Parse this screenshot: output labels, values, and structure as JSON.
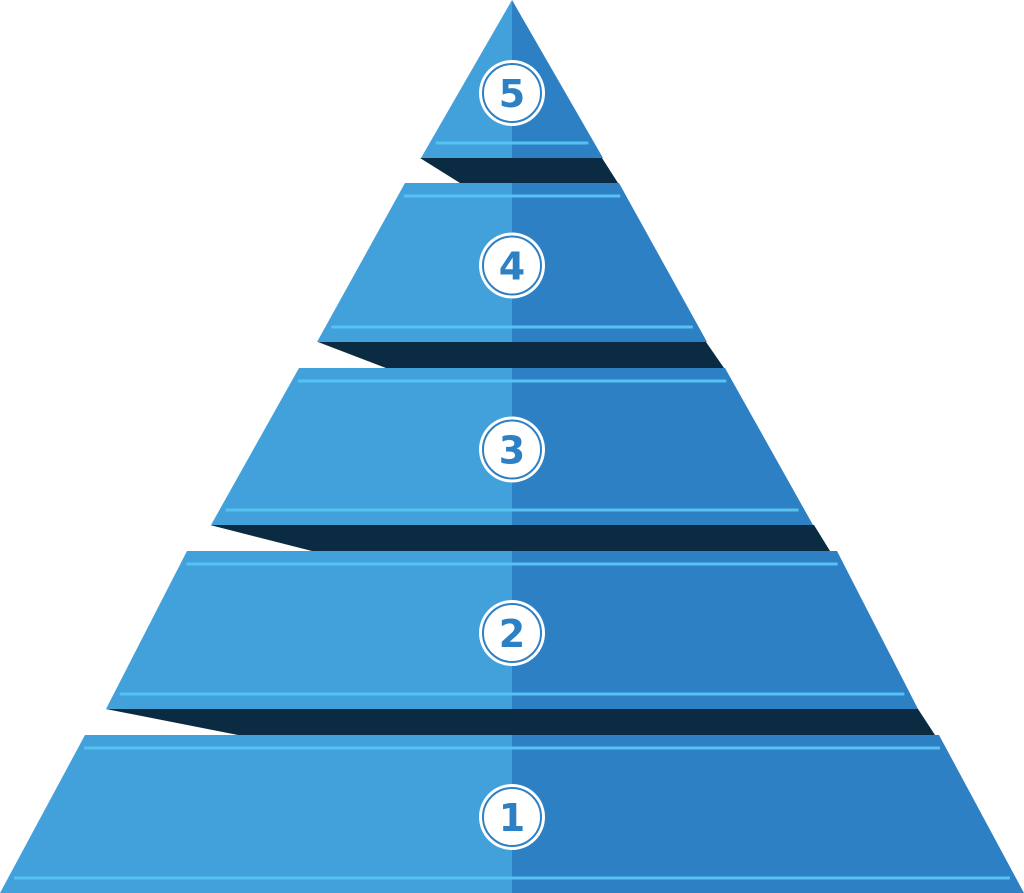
{
  "diagram": {
    "type": "pyramid",
    "levels": [
      {
        "label": "1"
      },
      {
        "label": "2"
      },
      {
        "label": "3"
      },
      {
        "label": "4"
      },
      {
        "label": "5"
      }
    ]
  },
  "colors": {
    "left_face": "#42a0da",
    "right_face": "#2e80c4",
    "highlight": "#55c2f2",
    "shadow": "#0a2b41",
    "badge_ring": "#ffffff",
    "badge_text": "#2e80c4"
  }
}
